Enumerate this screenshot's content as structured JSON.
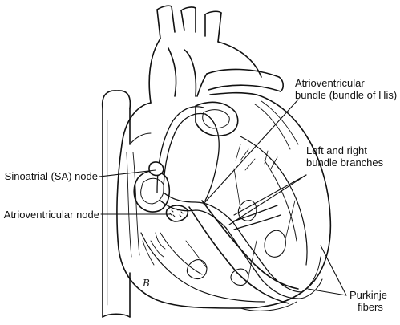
{
  "diagram": {
    "labels": {
      "sa_node": "Sinoatrial (SA) node",
      "av_node": "Atrioventricular node",
      "bundle_his_line1": "Atrioventricular",
      "bundle_his_line2": "bundle (bundle of His)",
      "branches_line1": "Left and right",
      "branches_line2": "bundle branches",
      "purkinje_line1": "Purkinje",
      "purkinje_line2": "fibers"
    },
    "signature": "B",
    "colors": {
      "ink": "#111111",
      "background": "#ffffff"
    }
  }
}
